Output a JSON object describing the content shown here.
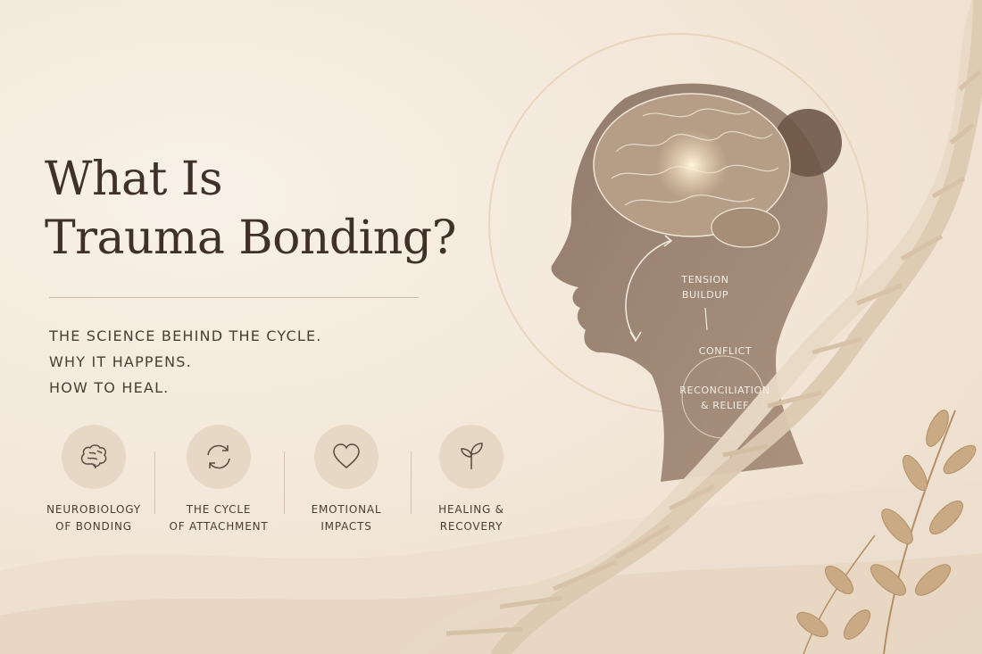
{
  "title": {
    "line1": "What Is",
    "line2": "Trauma Bonding?"
  },
  "subtitle_lines": [
    "THE SCIENCE BEHIND THE CYCLE.",
    "WHY IT HAPPENS.",
    "HOW TO HEAL."
  ],
  "features": [
    {
      "icon": "brain-icon",
      "line1": "NEUROBIOLOGY",
      "line2": "OF BONDING"
    },
    {
      "icon": "cycle-arrows-icon",
      "line1": "THE CYCLE",
      "line2": "OF ATTACHMENT"
    },
    {
      "icon": "heart-icon",
      "line1": "EMOTIONAL",
      "line2": "IMPACTS"
    },
    {
      "icon": "sprout-icon",
      "line1": "HEALING &",
      "line2": "RECOVERY"
    }
  ],
  "cycle": {
    "tension_1": "TENSION",
    "tension_2": "BUILDUP",
    "conflict": "CONFLICT",
    "reconciliation_1": "RECONCILIATION",
    "reconciliation_2": "& RELIEF"
  },
  "colors": {
    "background": "#f3e9dc",
    "text_dark": "#3f3128",
    "accent": "#b89a78"
  }
}
